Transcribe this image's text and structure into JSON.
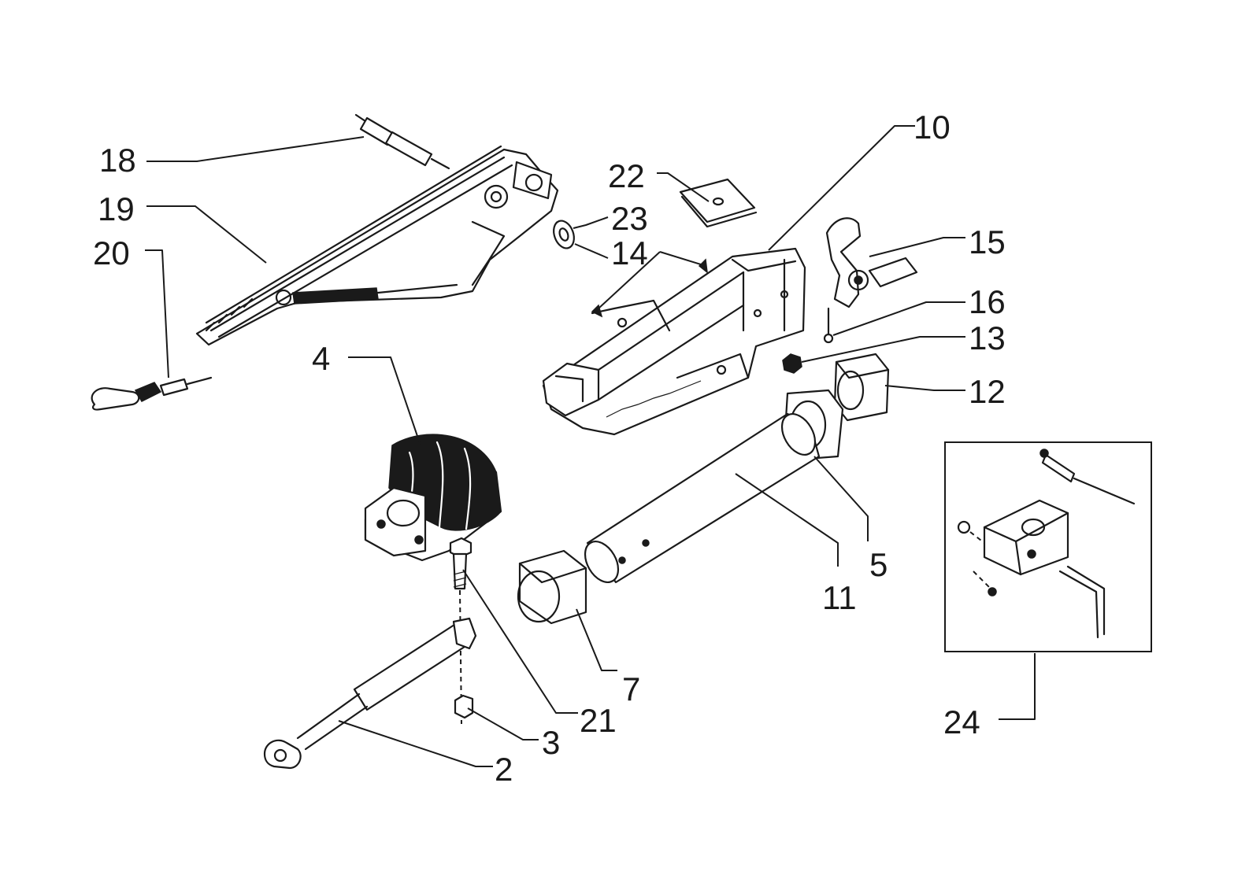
{
  "callouts": {
    "c2": "2",
    "c3": "3",
    "c4": "4",
    "c5": "5",
    "c7": "7",
    "c10": "10",
    "c11": "11",
    "c12": "12",
    "c13": "13",
    "c14": "14",
    "c15": "15",
    "c16": "16",
    "c18": "18",
    "c19": "19",
    "c20": "20",
    "c21": "21",
    "c22": "22",
    "c23": "23",
    "c24": "24"
  }
}
